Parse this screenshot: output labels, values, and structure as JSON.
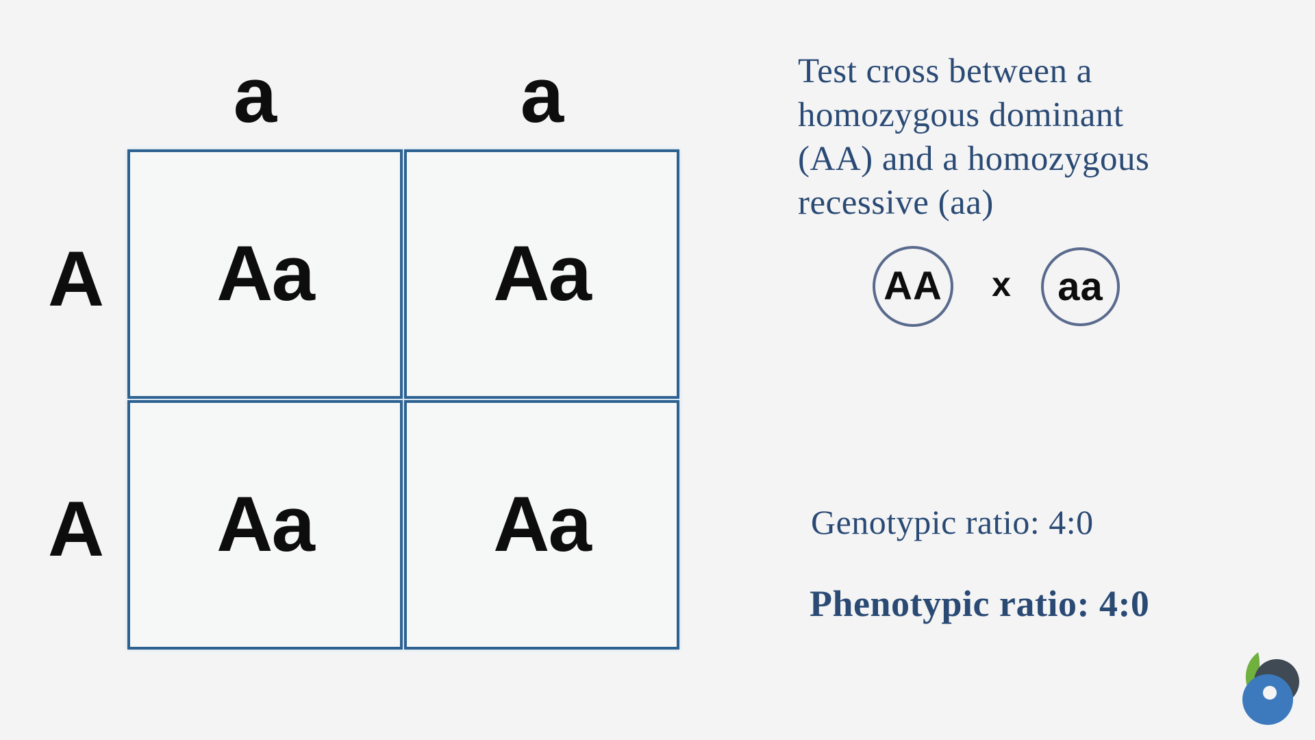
{
  "canvas": {
    "background": "#f4f4f5"
  },
  "punnett": {
    "col_headers": [
      "a",
      "a"
    ],
    "row_headers": [
      "A",
      "A"
    ],
    "cells": [
      "Aa",
      "Aa",
      "Aa",
      "Aa"
    ],
    "grid_line_color": "#2d6190",
    "letter_color": "#0d0d0d"
  },
  "annotation": {
    "title_lines": [
      "Test cross between a",
      "homozygous dominant",
      "(AA) and a homozygous",
      "recessive (aa)"
    ],
    "ink_color": "#2a4a74"
  },
  "cross": {
    "parent1": "AA",
    "operator": "x",
    "parent2": "aa",
    "circle_color": "#5a6a8c"
  },
  "ratios": {
    "genotypic": "Genotypic ratio: 4:0",
    "phenotypic": "Phenotypic ratio: 4:0"
  },
  "logo": {
    "green": "#6fb03f",
    "blue": "#3d7abd",
    "dark": "#3f4a55",
    "hole": "#f4f4f5"
  }
}
